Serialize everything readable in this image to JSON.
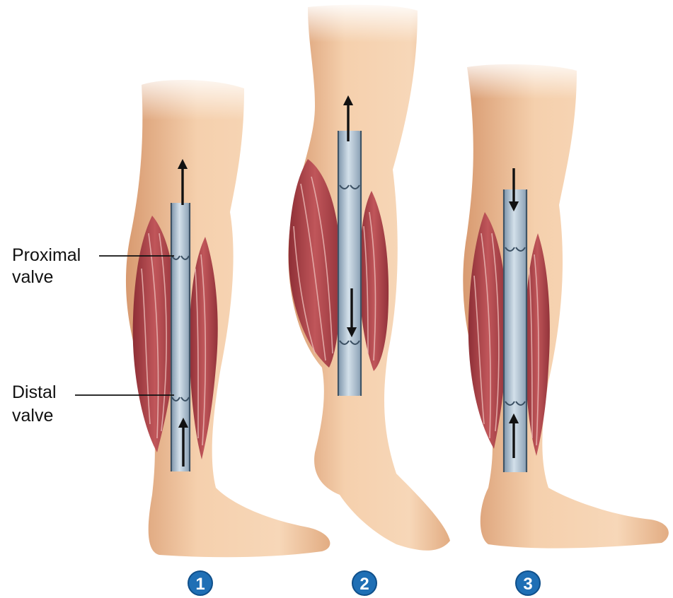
{
  "labels": {
    "proximal_line1": "Proximal",
    "proximal_line2": "valve",
    "distal_line1": "Distal",
    "distal_line2": "valve"
  },
  "panels": [
    {
      "number": "1",
      "arrow_upper": "up",
      "arrow_lower": "up"
    },
    {
      "number": "2",
      "arrow_upper": "up",
      "arrow_lower": "down"
    },
    {
      "number": "3",
      "arrow_upper": "down",
      "arrow_lower": "up"
    }
  ],
  "colors": {
    "skin": "#f3c9a2",
    "skin_shadow": "#e0a87e",
    "muscle": "#b2474b",
    "vein": "#b7c8d8",
    "badge": "#1f6fb5"
  }
}
